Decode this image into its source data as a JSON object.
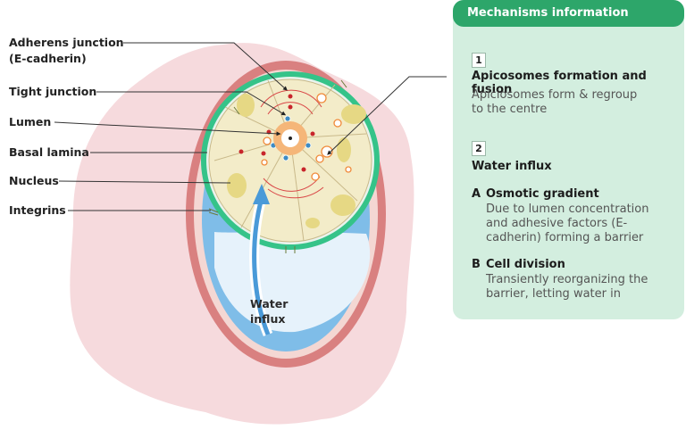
{
  "labels": {
    "adherens": "Adherens junction",
    "adherens2": "(E-cadherin)",
    "tight": "Tight junction",
    "lumen": "Lumen",
    "basal": "Basal lamina",
    "nucleus": "Nucleus",
    "integrins": "Integrins",
    "water1": "Water",
    "water2": "influx"
  },
  "panel": {
    "header": "Mechanisms information",
    "s1_num": "1",
    "s1_title": "Apicosomes formation and fusion",
    "s1_text": "Apiciosomes form & regroup to the centre",
    "s2_num": "2",
    "s2_title": "Water influx",
    "a_letter": "A",
    "a_title": "Osmotic gradient",
    "a_text": "Due to lumen concentration and adhesive factors (E-cadherin) forming a barrier",
    "b_letter": "B",
    "b_title": "Cell division",
    "b_text": "Transiently reorganizing the barrier, letting water in"
  },
  "colors": {
    "accent": "#2da66a",
    "panel_bg": "#d3eedf",
    "outer_pink": "#f6dadd",
    "basal_red": "#d98080",
    "fluid_blue": "#7fbde8",
    "lamina_green": "#35c389",
    "cell_beige": "#f3ecc9",
    "nucleus": "#e6d884",
    "lumen_orange": "#f5b679"
  }
}
